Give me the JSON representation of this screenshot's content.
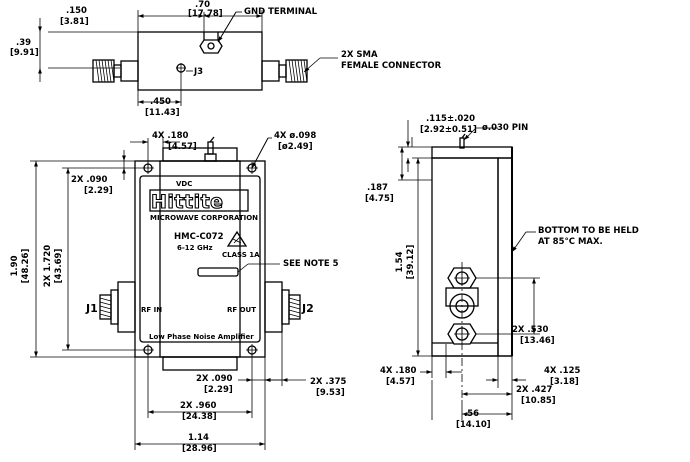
{
  "callouts": {
    "gnd_terminal": "GND TERMINAL",
    "sma_line1": "2X SMA",
    "sma_line2": "FEMALE CONNECTOR",
    "j3": "J3",
    "mount_holes_line1": "4X ø.098",
    "mount_holes_line2": "[ø2.49]",
    "see_note": "SEE NOTE 5",
    "pin_diameter": "ø.030 PIN",
    "bottom_line1": "BOTTOM TO BE HELD",
    "bottom_line2": "AT 85°C MAX."
  },
  "device": {
    "logo": "Hittite",
    "logo_sub": "MICROWAVE CORPORATION",
    "part_number": "HMC-C072",
    "freq_range": "6-12 GHz",
    "class": "CLASS 1A",
    "vdc": "VDC",
    "rf_in": "RF IN",
    "rf_out": "RF OUT",
    "j1": "J1",
    "j2": "J2",
    "description": "Low Phase Noise Amplifier"
  },
  "dims": {
    "d_150": {
      "in": ".150",
      "mm": "[3.81]"
    },
    "d_70": {
      "in": ".70",
      "mm": "[17.78]"
    },
    "d_39": {
      "in": ".39",
      "mm": "[9.91]"
    },
    "d_450": {
      "in": ".450",
      "mm": "[11.43]"
    },
    "d_4x180_top": {
      "in": "4X .180",
      "mm": "[4.57]"
    },
    "d_2x090_left": {
      "in": "2X .090",
      "mm": "[2.29]"
    },
    "d_190": {
      "in": "1.90",
      "mm": "[48.26]"
    },
    "d_2x1720": {
      "in": "2X 1.720",
      "mm": "[43.69]"
    },
    "d_2x090_bot": {
      "in": "2X .090",
      "mm": "[2.29]"
    },
    "d_2x375": {
      "in": "2X .375",
      "mm": "[9.53]"
    },
    "d_2x960": {
      "in": "2X .960",
      "mm": "[24.38]"
    },
    "d_114": {
      "in": "1.14",
      "mm": "[28.96]"
    },
    "d_115": {
      "in": ".115±.020",
      "mm": "[2.92±0.51]"
    },
    "d_187": {
      "in": ".187",
      "mm": "[4.75]"
    },
    "d_154": {
      "in": "1.54",
      "mm": "[39.12]"
    },
    "d_2x530": {
      "in": "2X .530",
      "mm": "[13.46]"
    },
    "d_4x180_side": {
      "in": "4X .180",
      "mm": "[4.57]"
    },
    "d_4x125": {
      "in": "4X .125",
      "mm": "[3.18]"
    },
    "d_2x427": {
      "in": "2X .427",
      "mm": "[10.85]"
    },
    "d_56": {
      "in": ".56",
      "mm": "[14.10]"
    }
  }
}
